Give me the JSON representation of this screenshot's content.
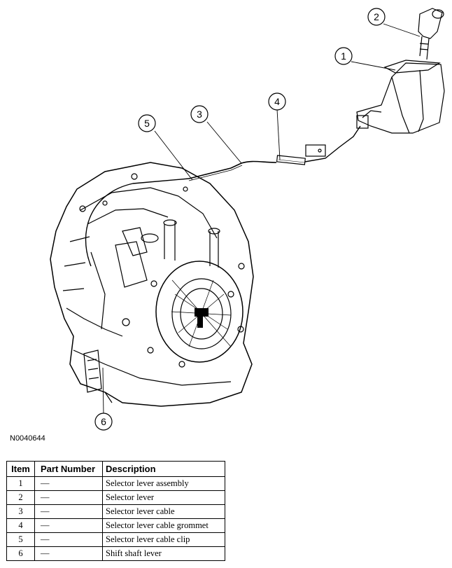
{
  "callouts": [
    "1",
    "2",
    "3",
    "4",
    "5",
    "6"
  ],
  "figure_id": "N0040644",
  "table": {
    "headers": {
      "item": "Item",
      "part_number": "Part Number",
      "description": "Description"
    },
    "rows": [
      {
        "item": "1",
        "part_number": "—",
        "description": "Selector lever assembly"
      },
      {
        "item": "2",
        "part_number": "—",
        "description": "Selector lever"
      },
      {
        "item": "3",
        "part_number": "—",
        "description": "Selector lever cable"
      },
      {
        "item": "4",
        "part_number": "—",
        "description": "Selector lever cable grommet"
      },
      {
        "item": "5",
        "part_number": "—",
        "description": "Selector lever cable clip"
      },
      {
        "item": "6",
        "part_number": "—",
        "description": "Shift shaft lever"
      }
    ]
  }
}
